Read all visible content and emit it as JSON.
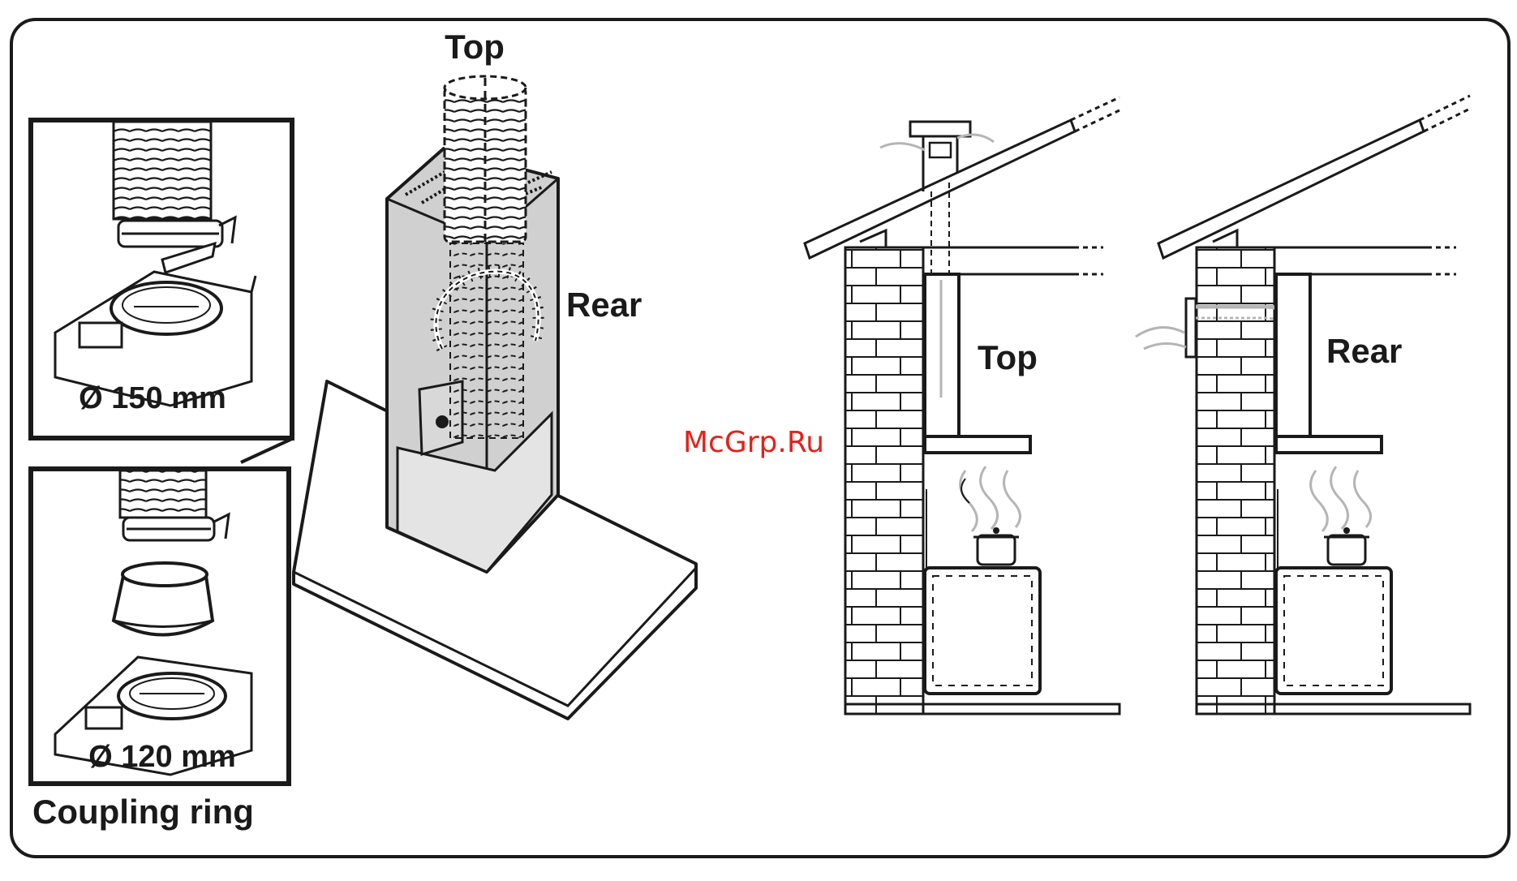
{
  "labels": {
    "hood_top": "Top",
    "hood_rear": "Rear",
    "d150": "Ø 150 mm",
    "d120": "Ø 120 mm",
    "coupling_ring": "Coupling ring",
    "house1_top": "Top",
    "house2_rear": "Rear"
  },
  "watermark": "McGrp.Ru",
  "colors": {
    "line": "#1a1a1a",
    "hood_fill": "#d0d0d0",
    "watermark": "#e2231a",
    "fume": "#b5b5b5"
  }
}
